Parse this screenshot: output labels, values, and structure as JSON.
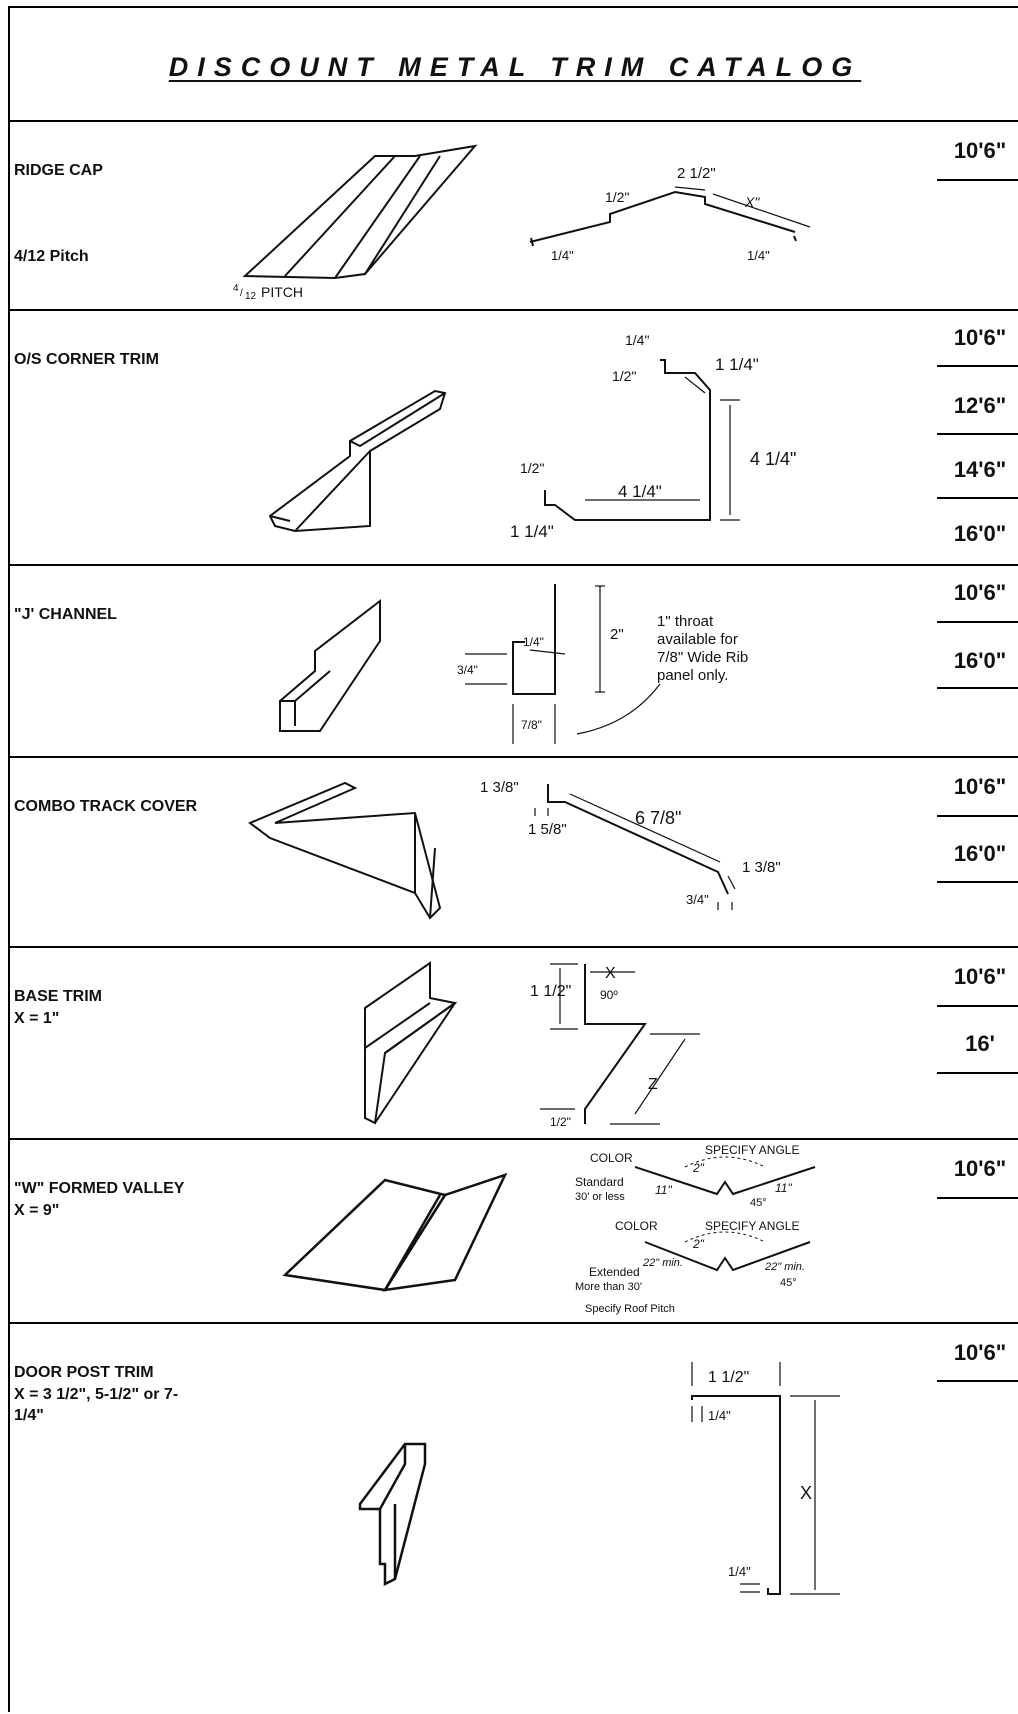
{
  "title": "DISCOUNT METAL TRIM CATALOG",
  "items": [
    {
      "name": "RIDGE CAP",
      "pitch": "4/12 Pitch",
      "lengths": [
        "10'6\""
      ],
      "dims": {
        "pitch_caption": "PITCH",
        "pitch_num": "4",
        "pitch_den": "12",
        "d1": "1/2\"",
        "d2": "2 1/2\"",
        "d3": "X\"",
        "d4": "1/4\"",
        "d5": "1/4\""
      }
    },
    {
      "name": "O/S CORNER TRIM",
      "lengths": [
        "10'6\"",
        "12'6\"",
        "14'6\"",
        "16'0\""
      ],
      "dims": {
        "a": "1/4\"",
        "b": "1 1/4\"",
        "c": "1/2\"",
        "d": "4 1/4\"",
        "e": "1/2\"",
        "f": "4 1/4\"",
        "g": "1 1/4\""
      }
    },
    {
      "name": "\"J' CHANNEL",
      "lengths": [
        "10'6\"",
        "16'0\""
      ],
      "dims": {
        "height": "2\"",
        "lip": "1/4\"",
        "side": "3/4\"",
        "throat": "7/8\""
      },
      "note": [
        "1\" throat",
        "available for",
        "7/8\" Wide Rib",
        "panel only."
      ]
    },
    {
      "name": "COMBO TRACK COVER",
      "lengths": [
        "10'6\"",
        "16'0\""
      ],
      "dims": {
        "a": "1 3/8\"",
        "b": "1 5/8\"",
        "c": "6 7/8\"",
        "d": "1 3/8\"",
        "e": "3/4\""
      }
    },
    {
      "name": "BASE TRIM",
      "spec": "X = 1\"",
      "lengths": [
        "10'6\"",
        "16'"
      ],
      "dims": {
        "height": "1 1/2\"",
        "x": "X",
        "angle": "90º",
        "z": "Z",
        "kick": "1/2\""
      }
    },
    {
      "name": "\"W\" FORMED VALLEY",
      "spec": "X = 9\"",
      "lengths": [
        "10'6\""
      ],
      "dims": {
        "color": "COLOR",
        "specify_angle": "SPECIFY ANGLE",
        "standard": [
          "Standard",
          "30' or less"
        ],
        "std_rib": "2\"",
        "std_side": "11\"",
        "angle": "45°",
        "extended": [
          "Extended",
          "More than 30'"
        ],
        "ext_side": "22\" min.",
        "roof_pitch": "Specify Roof Pitch"
      }
    },
    {
      "name": "DOOR POST TRIM",
      "spec": [
        "X = 3 1/2\", 5-1/2\" or 7-",
        "1/4\""
      ],
      "lengths": [
        "10'6\""
      ],
      "dims": {
        "top": "1 1/2\"",
        "lip": "1/4\"",
        "x": "X",
        "bottom": "1/4\""
      }
    }
  ]
}
